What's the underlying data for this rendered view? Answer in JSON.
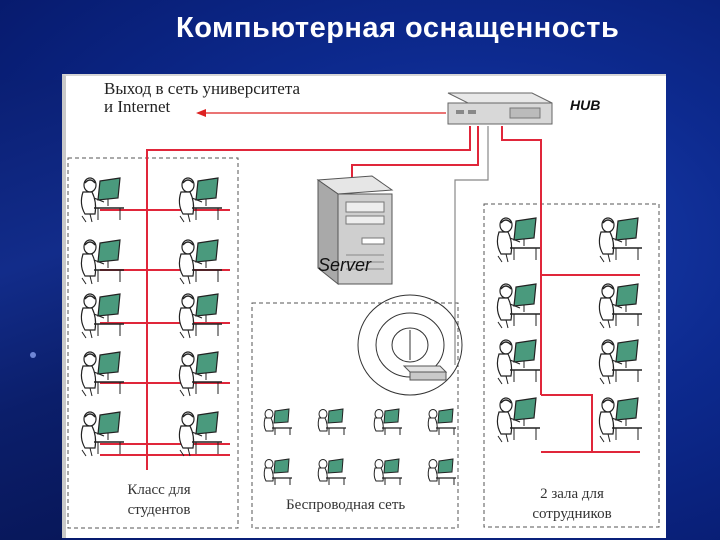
{
  "title": "Компьютерная оснащенность",
  "diagram": {
    "internet_label_line1": "Выход в сеть университета",
    "internet_label_line2": "и Internet",
    "hub_label": "HUB",
    "server_label": "Server",
    "class_label_line1": "Класс для",
    "class_label_line2": "студентов",
    "wireless_label": "Беспроводная сеть",
    "staff_label_line1": "2 зала для",
    "staff_label_line2": "сотрудников",
    "link_color": "#e0263a"
  }
}
